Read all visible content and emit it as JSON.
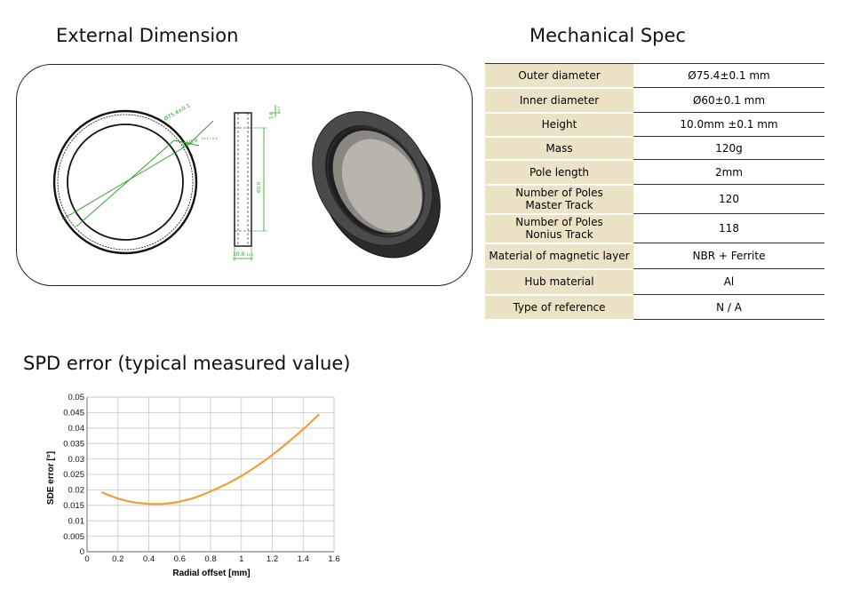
{
  "sections": {
    "external_dimension": "External Dimension",
    "mechanical_spec": "Mechanical Spec",
    "spd_error": "SPD error (typical measured value)"
  },
  "drawing": {
    "outer_dim": "Ø75.4±0.1",
    "inner_dim": "Ø60.0",
    "inner_tol": "+0.3 / -0.0",
    "height_dim": "1.0",
    "height_tol": "±0.1",
    "side_dim": "60.0",
    "width_dim": "10.0",
    "width_tol": "±0.1"
  },
  "spec_rows": [
    {
      "label": "Outer diameter",
      "value": "Ø75.4±0.1 mm"
    },
    {
      "label": "Inner diameter",
      "value": "Ø60±0.1 mm"
    },
    {
      "label": "Height",
      "value": "10.0mm ±0.1 mm"
    },
    {
      "label": "Mass",
      "value": "120g"
    },
    {
      "label": "Pole length",
      "value": "2mm"
    },
    {
      "label": "Number of Poles",
      "label2": "Master Track",
      "value": "120"
    },
    {
      "label": "Number of Poles",
      "label2": "Nonius Track",
      "value": "118"
    },
    {
      "label": "Material of magnetic layer",
      "value": "NBR + Ferrite"
    },
    {
      "label": "Hub material",
      "value": "Al"
    },
    {
      "label": "Type of reference",
      "value": "N / A"
    }
  ],
  "chart_data": {
    "type": "line",
    "xlabel": "Radial offset [mm]",
    "ylabel": "SDE error [°]",
    "xlim": [
      0,
      1.6
    ],
    "ylim": [
      0,
      0.05
    ],
    "x_ticks": [
      "0",
      "0.2",
      "0.4",
      "0.6",
      "0.8",
      "1",
      "1.2",
      "1.4",
      "1.6"
    ],
    "y_ticks": [
      "0",
      "0.005",
      "0.01",
      "0.015",
      "0.02",
      "0.025",
      "0.03",
      "0.035",
      "0.04",
      "0.045",
      "0.05"
    ],
    "grid": true,
    "series": [
      {
        "color": "#f39c3a",
        "x": [
          0.1,
          0.2,
          0.3,
          0.4,
          0.5,
          0.6,
          0.7,
          0.8,
          0.9,
          1.0,
          1.1,
          1.2,
          1.3,
          1.4,
          1.5
        ],
        "y": [
          0.0191,
          0.0172,
          0.016,
          0.0155,
          0.0155,
          0.0162,
          0.0175,
          0.0195,
          0.0218,
          0.0245,
          0.0277,
          0.0313,
          0.0353,
          0.0396,
          0.0443
        ]
      }
    ]
  }
}
